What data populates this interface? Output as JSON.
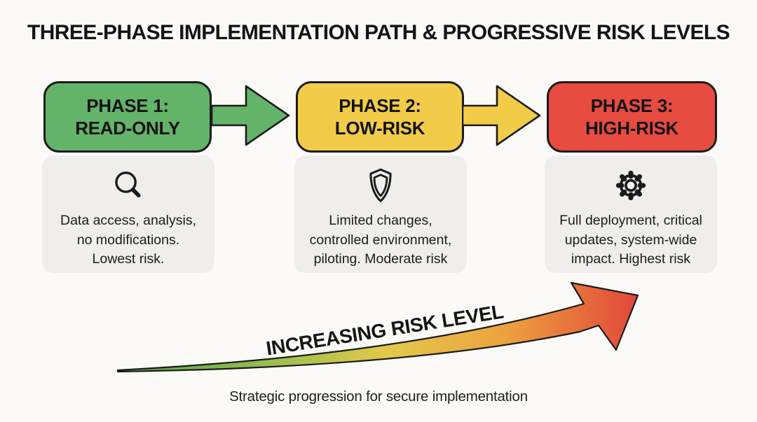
{
  "title": "THREE-PHASE IMPLEMENTATION PATH & PROGRESSIVE RISK LEVELS",
  "phases": [
    {
      "label_line1": "PHASE 1:",
      "label_line2": "READ-ONLY",
      "box_color": "#63b368",
      "icon": "magnifier-icon",
      "desc_lines": {
        "0": "Data access, analysis,",
        "1": "no modifications.",
        "2": "Lowest risk."
      }
    },
    {
      "label_line1": "PHASE 2:",
      "label_line2": "LOW-RISK",
      "box_color": "#f2cc49",
      "icon": "shield-icon",
      "desc_lines": {
        "0": "Limited changes,",
        "1": "controlled environment,",
        "2": "piloting. Moderate risk"
      }
    },
    {
      "label_line1": "PHASE 3:",
      "label_line2": "HIGH-RISK",
      "box_color": "#e84b40",
      "icon": "gear-icon",
      "desc_lines": {
        "0": "Full deployment, critical",
        "1": "updates, system-wide",
        "2": "impact. Highest risk"
      }
    }
  ],
  "connector_arrows": {
    "0": {
      "fill": "#63b368"
    },
    "1": {
      "fill": "#f2cc49"
    }
  },
  "risk_arrow": {
    "label": "INCREASING RISK LEVEL",
    "gradient_stops": {
      "0": "#4da24c",
      "1": "#9cbf4e",
      "2": "#e3c94a",
      "3": "#eca33f",
      "4": "#e2473a"
    }
  },
  "caption": "Strategic progression for secure implementation",
  "colors": {
    "background": "#fbfaf7",
    "card": "#efeeec",
    "outline": "#1b1b1b",
    "text": "#141414"
  }
}
